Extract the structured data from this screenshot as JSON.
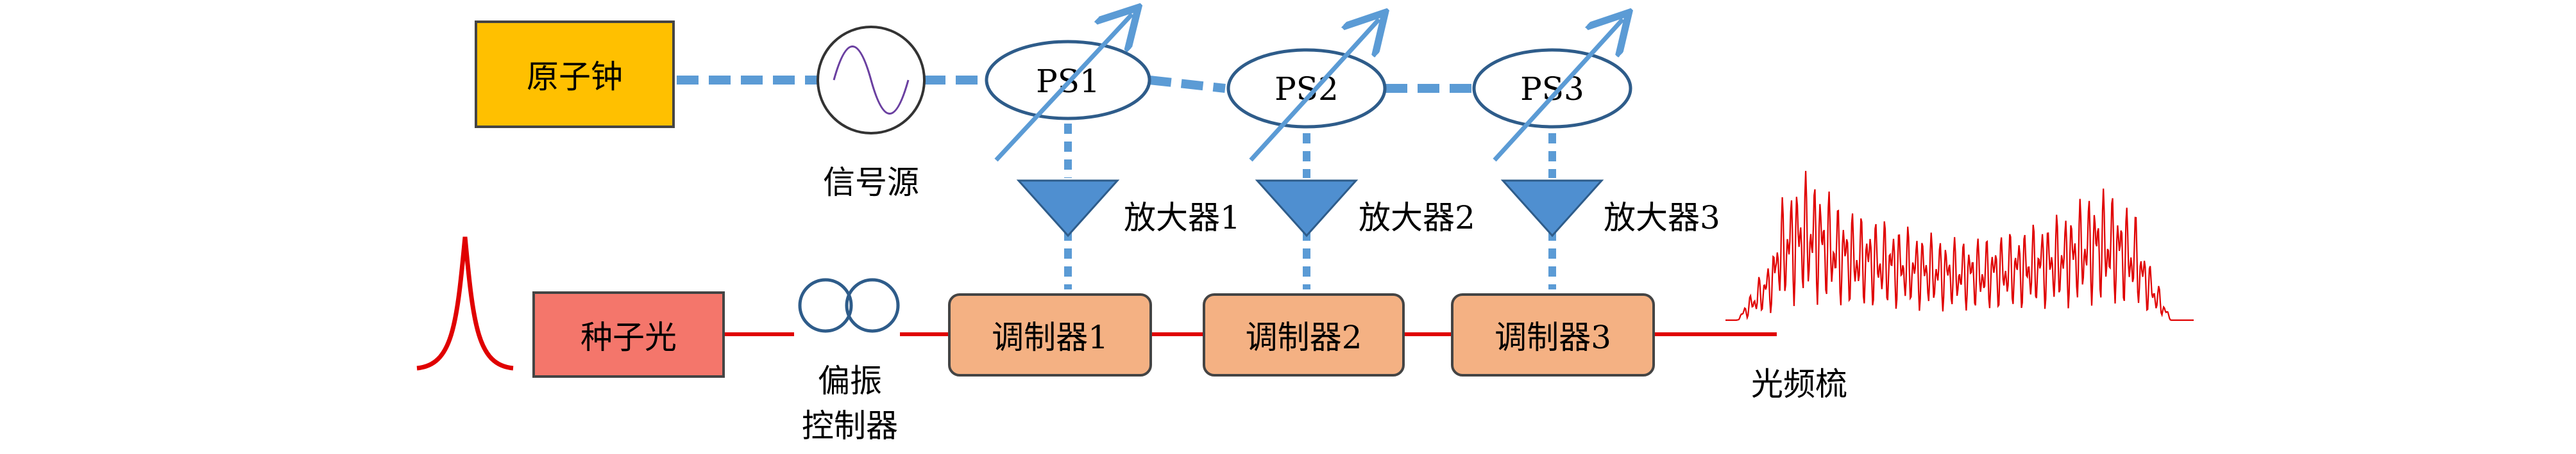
{
  "nodes": {
    "atomic_clock": "原子钟",
    "signal_source": "信号源",
    "phase_shifters": [
      "PS1",
      "PS2",
      "PS3"
    ],
    "amplifiers": [
      "放大器1",
      "放大器2",
      "放大器3"
    ],
    "seed_light": "种子光",
    "polarization_controller_line1": "偏振",
    "polarization_controller_line2": "控制器",
    "modulators": [
      "调制器1",
      "调制器2",
      "调制器3"
    ],
    "optical_comb": "光频梳"
  },
  "colors": {
    "atomic_clock_fill": "#FFC000",
    "seed_light_fill": "#F4766B",
    "modulator_fill": "#F4B183",
    "rf_blue": "#5B9BD5",
    "amplifier_blue": "#4F8FD0",
    "optical_red": "#E00000",
    "sine_purple": "#6A3FA0"
  }
}
